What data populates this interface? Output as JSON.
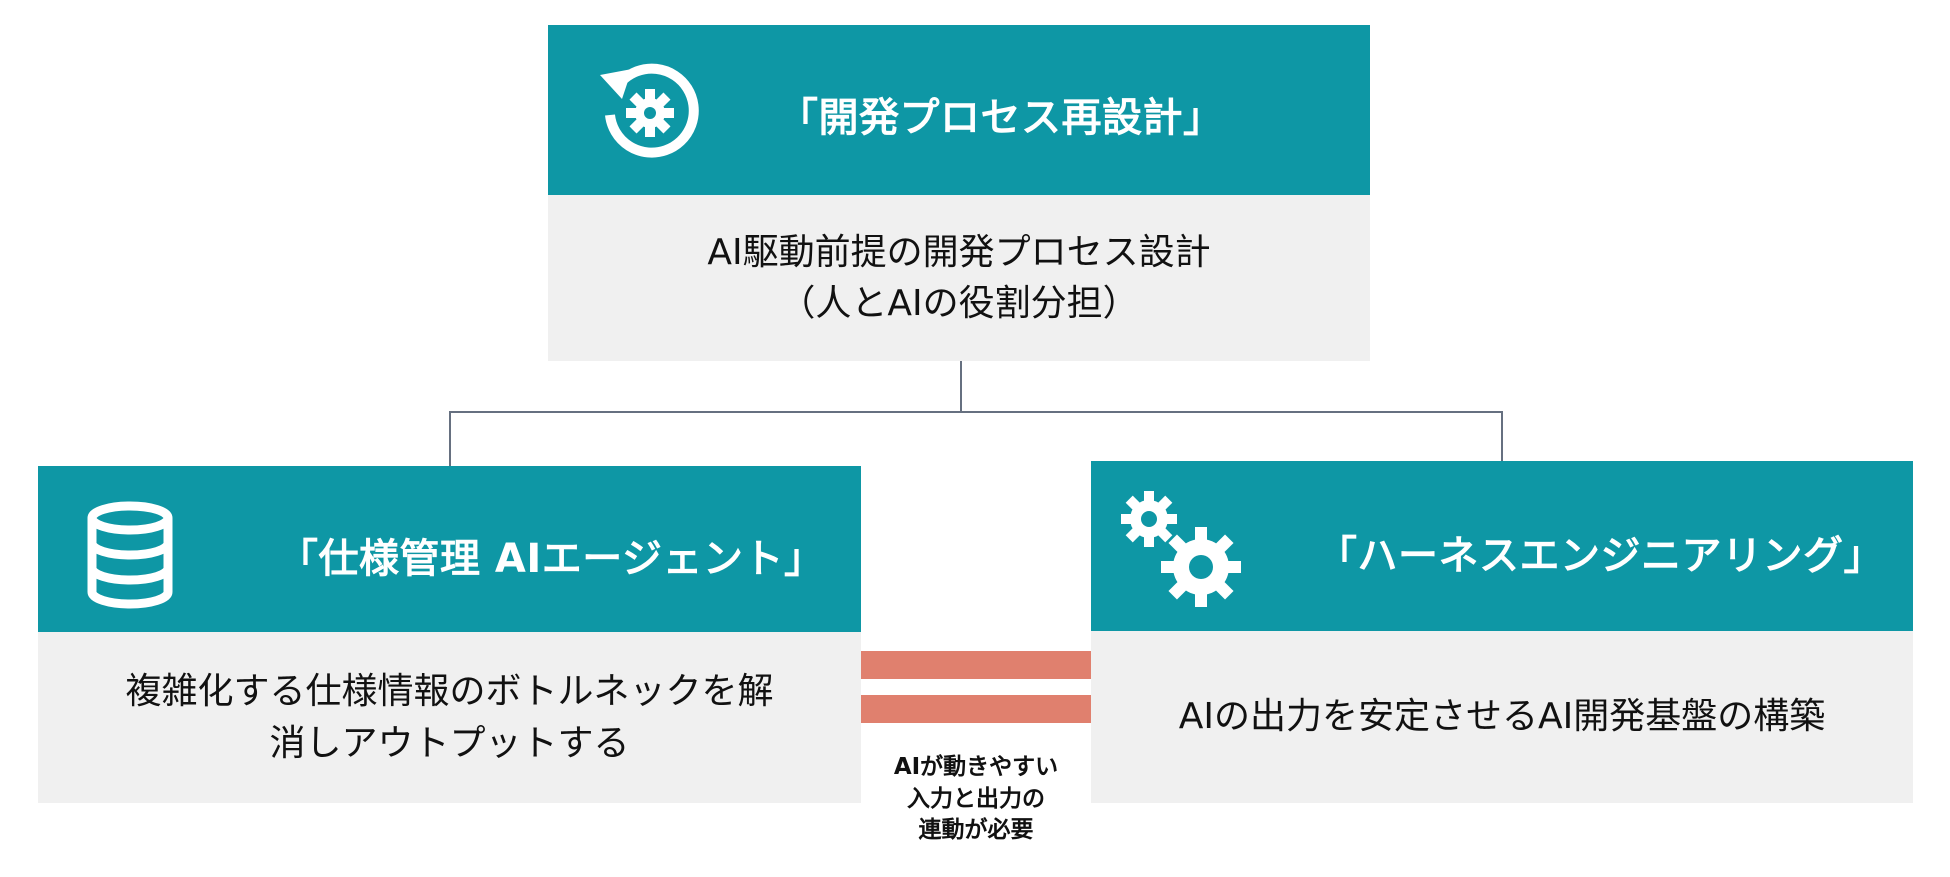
{
  "boxes": {
    "top": {
      "title": "「開発プロセス再設計」",
      "body_lines": [
        "AI駆動前提の開発プロセス設計",
        "（人とAIの役割分担）"
      ],
      "icon": "gear-refresh-icon"
    },
    "left": {
      "title": "「仕様管理 AIエージェント」",
      "body_lines": [
        "複雑化する仕様情報のボトルネックを解",
        "消しアウトプットする"
      ],
      "icon": "database-icon"
    },
    "right": {
      "title": "「ハーネスエンジニアリング」",
      "body_lines": [
        "AIの出力を安定させるAI開発基盤の構築"
      ],
      "icon": "gears-icon"
    }
  },
  "equals_caption": [
    "AIが動きやすい",
    "入力と出力の",
    "連動が必要"
  ],
  "colors": {
    "header": "#0e97a5",
    "body": "#f0f0f0",
    "equals": "#e0806e",
    "connector": "#667080"
  }
}
